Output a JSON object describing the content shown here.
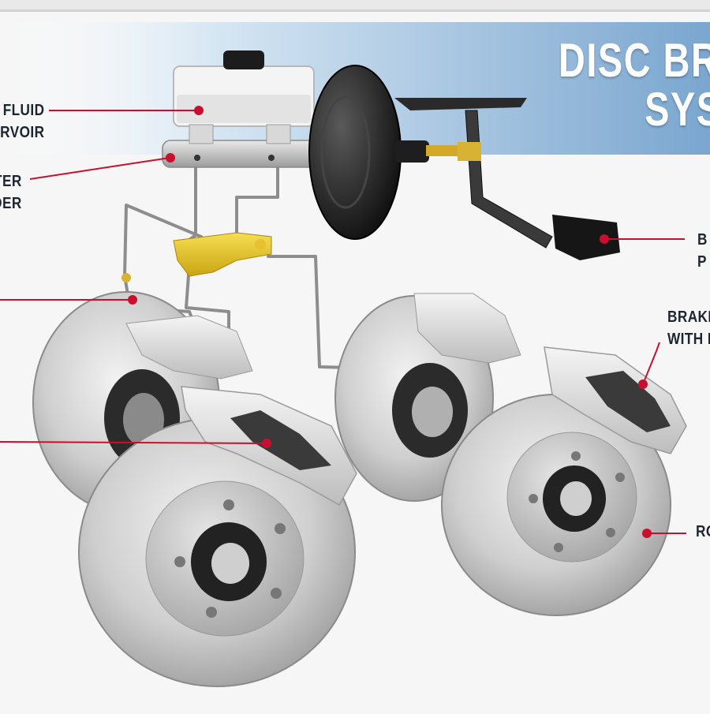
{
  "diagram": {
    "title_lines": [
      "DISC BR",
      "SYS"
    ],
    "labels": {
      "reservoir": [
        "FLUID",
        "RVOIR"
      ],
      "master_cylinder": [
        "TER",
        "DER"
      ],
      "brake_pedal": [
        "B",
        "P"
      ],
      "caliper": [
        "BRAKE",
        "WITH I"
      ],
      "rotor": [
        "RO"
      ]
    },
    "colors": {
      "banner": "#7aa6cf",
      "callout": "#c8102e",
      "text": "#1d2530",
      "valve": "#e8c62a"
    }
  }
}
